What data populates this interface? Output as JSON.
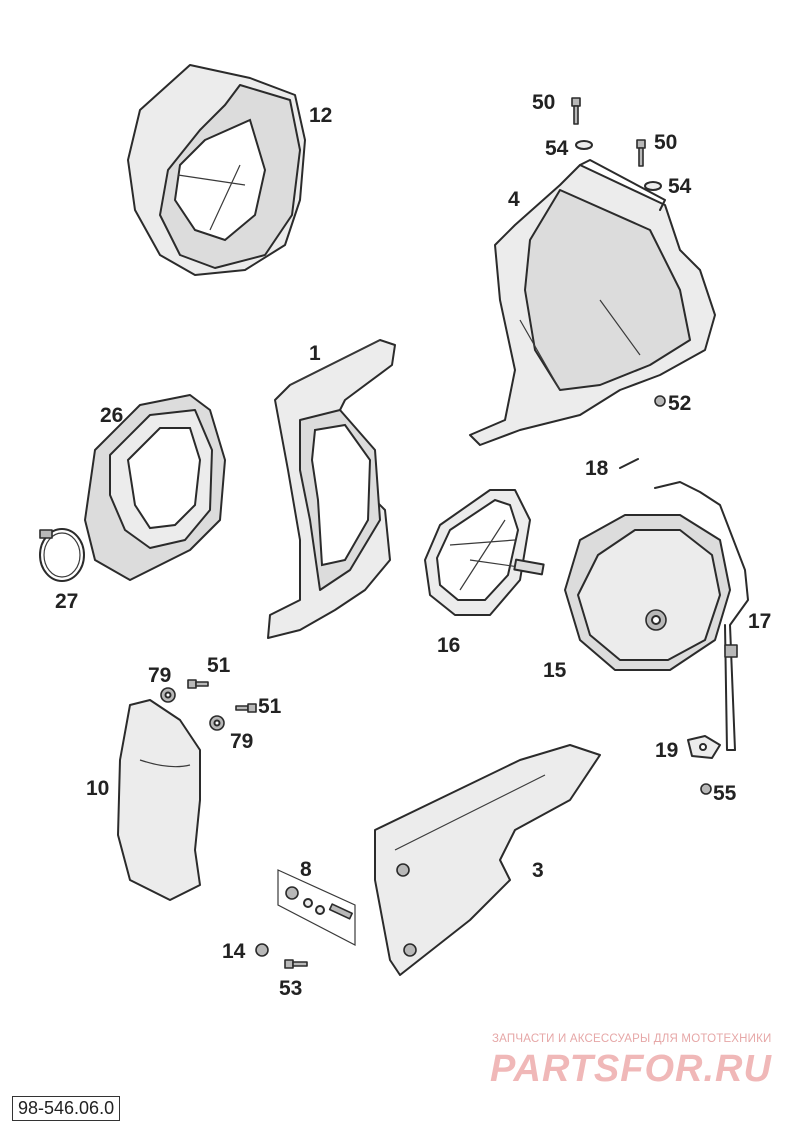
{
  "callouts": [
    {
      "id": "12",
      "label": "12"
    },
    {
      "id": "50a",
      "label": "50"
    },
    {
      "id": "54a",
      "label": "54"
    },
    {
      "id": "50b",
      "label": "50"
    },
    {
      "id": "54b",
      "label": "54"
    },
    {
      "id": "4",
      "label": "4"
    },
    {
      "id": "1",
      "label": "1"
    },
    {
      "id": "26",
      "label": "26"
    },
    {
      "id": "52",
      "label": "52"
    },
    {
      "id": "18",
      "label": "18"
    },
    {
      "id": "27",
      "label": "27"
    },
    {
      "id": "16",
      "label": "16"
    },
    {
      "id": "17",
      "label": "17"
    },
    {
      "id": "15",
      "label": "15"
    },
    {
      "id": "79a",
      "label": "79"
    },
    {
      "id": "51a",
      "label": "51"
    },
    {
      "id": "51b",
      "label": "51"
    },
    {
      "id": "79b",
      "label": "79"
    },
    {
      "id": "10",
      "label": "10"
    },
    {
      "id": "19",
      "label": "19"
    },
    {
      "id": "55",
      "label": "55"
    },
    {
      "id": "8",
      "label": "8"
    },
    {
      "id": "3",
      "label": "3"
    },
    {
      "id": "14",
      "label": "14"
    },
    {
      "id": "53",
      "label": "53"
    }
  ],
  "watermark": {
    "caption": "ЗАПЧАСТИ И АКСЕССУАРЫ ДЛЯ МОТОТЕХНИКИ",
    "logo": "PARTSFOR.RU",
    "color": "#f0b8b8"
  },
  "drawing_number": "98-546.06.0"
}
